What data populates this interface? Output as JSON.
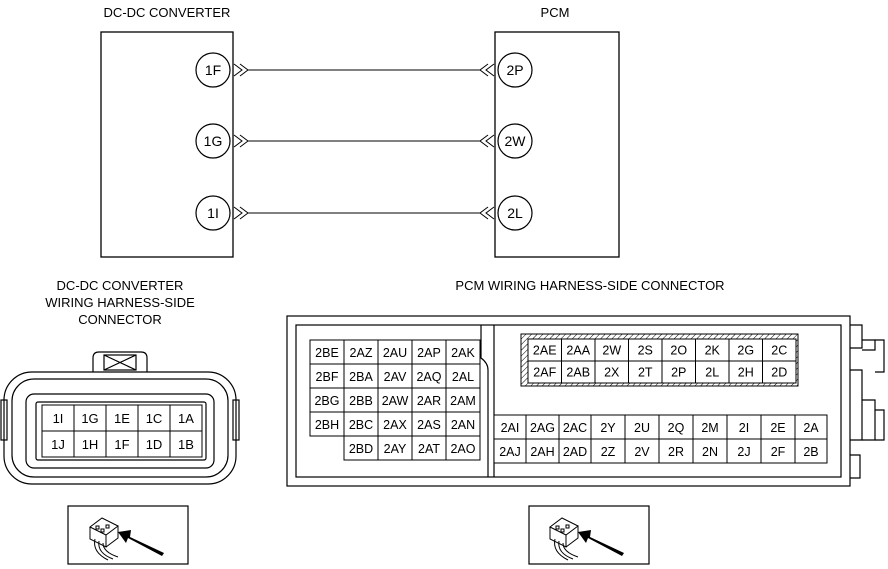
{
  "schematic": {
    "left_label": "DC-DC CONVERTER",
    "right_label": "PCM",
    "wires": [
      {
        "from": "1F",
        "to": "2P"
      },
      {
        "from": "1G",
        "to": "2W"
      },
      {
        "from": "1I",
        "to": "2L"
      }
    ]
  },
  "dcdc_connector": {
    "title_line1": "DC-DC CONVERTER",
    "title_line2": "WIRING HARNESS-SIDE",
    "title_line3": "CONNECTOR",
    "row1": [
      "1I",
      "1G",
      "1E",
      "1C",
      "1A"
    ],
    "row2": [
      "1J",
      "1H",
      "1F",
      "1D",
      "1B"
    ]
  },
  "pcm_connector": {
    "title": "PCM WIRING HARNESS-SIDE CONNECTOR",
    "left_rows": [
      [
        "2BE",
        "2AZ",
        "2AU",
        "2AP",
        "2AK"
      ],
      [
        "2BF",
        "2BA",
        "2AV",
        "2AQ",
        "2AL"
      ],
      [
        "2BG",
        "2BB",
        "2AW",
        "2AR",
        "2AM"
      ],
      [
        "2BH",
        "2BC",
        "2AX",
        "2AS",
        "2AN"
      ],
      [
        "",
        "2BD",
        "2AY",
        "2AT",
        "2AO"
      ]
    ],
    "right_top_rows": [
      [
        "2AE",
        "2AA",
        "2W",
        "2S",
        "2O",
        "2K",
        "2G",
        "2C"
      ],
      [
        "2AF",
        "2AB",
        "2X",
        "2T",
        "2P",
        "2L",
        "2H",
        "2D"
      ]
    ],
    "right_bottom_rows": [
      [
        "2AI",
        "2AG",
        "2AC",
        "2Y",
        "2U",
        "2Q",
        "2M",
        "2I",
        "2E",
        "2A"
      ],
      [
        "2AJ",
        "2AH",
        "2AD",
        "2Z",
        "2V",
        "2R",
        "2N",
        "2J",
        "2F",
        "2B"
      ]
    ]
  },
  "icons": [
    "connector-view-icon",
    "arrow-icon"
  ]
}
